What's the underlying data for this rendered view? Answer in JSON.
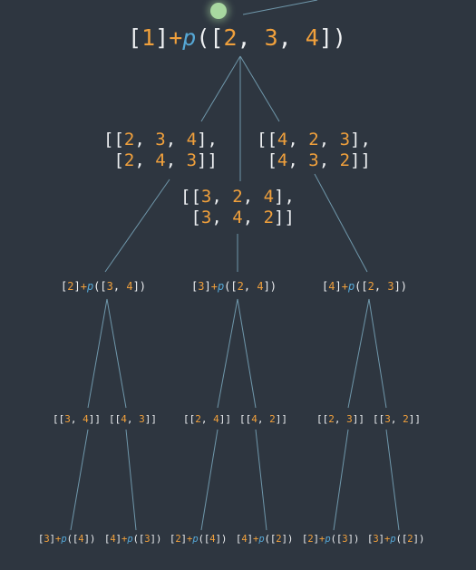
{
  "colors": {
    "background": "#2e3640",
    "edge": "#6f97aa",
    "text": "#eef0f2",
    "number": "#f0a03c",
    "func": "#56a8d6",
    "indicator": "#a8d8a0"
  },
  "tree": {
    "root": {
      "head": "1",
      "func": "p",
      "args": [
        "2",
        "3",
        "4"
      ]
    },
    "permutations": [
      [
        [
          "2",
          "3",
          "4"
        ],
        [
          "2",
          "4",
          "3"
        ]
      ],
      [
        [
          "3",
          "2",
          "4"
        ],
        [
          "3",
          "4",
          "2"
        ]
      ],
      [
        [
          "4",
          "2",
          "3"
        ],
        [
          "4",
          "3",
          "2"
        ]
      ]
    ],
    "calls": [
      {
        "head": "2",
        "func": "p",
        "args": [
          "3",
          "4"
        ]
      },
      {
        "head": "3",
        "func": "p",
        "args": [
          "2",
          "4"
        ]
      },
      {
        "head": "4",
        "func": "p",
        "args": [
          "2",
          "3"
        ]
      }
    ],
    "sub_permutations": [
      [
        [
          "3",
          "4"
        ],
        [
          "4",
          "3"
        ]
      ],
      [
        [
          "2",
          "4"
        ],
        [
          "4",
          "2"
        ]
      ],
      [
        [
          "2",
          "3"
        ],
        [
          "3",
          "2"
        ]
      ]
    ],
    "leaves": [
      {
        "head": "3",
        "func": "p",
        "args": [
          "4"
        ]
      },
      {
        "head": "4",
        "func": "p",
        "args": [
          "3"
        ]
      },
      {
        "head": "2",
        "func": "p",
        "args": [
          "4"
        ]
      },
      {
        "head": "4",
        "func": "p",
        "args": [
          "2"
        ]
      },
      {
        "head": "2",
        "func": "p",
        "args": [
          "3"
        ]
      },
      {
        "head": "3",
        "func": "p",
        "args": [
          "2"
        ]
      }
    ]
  }
}
